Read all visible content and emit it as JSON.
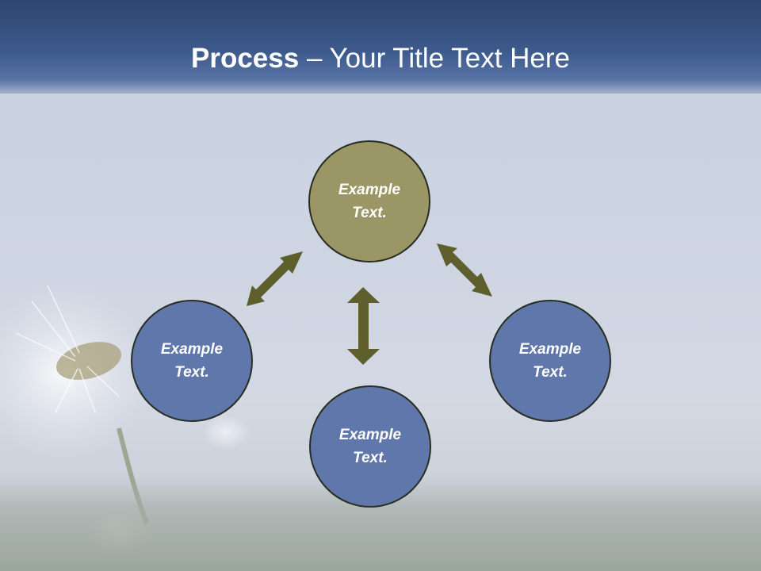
{
  "title": {
    "bold": "Process",
    "rest": " – Your Title Text Here"
  },
  "nodes": {
    "top": "Example Text.",
    "left": "Example Text.",
    "right": "Example Text.",
    "bottom": "Example Text."
  },
  "colors": {
    "title_bar": "#3d5a8c",
    "highlight_node": "#9a9665",
    "node": "#5f77aa",
    "arrow": "#5e5f2c"
  }
}
